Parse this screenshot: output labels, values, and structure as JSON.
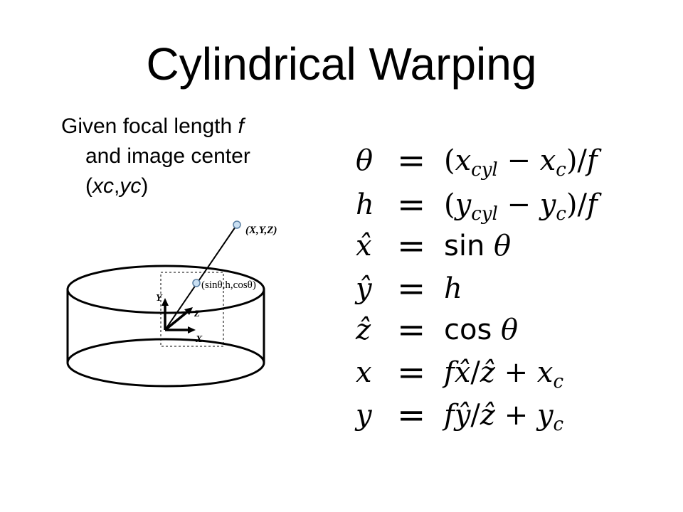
{
  "title": "Cylindrical Warping",
  "bullet": {
    "line1_prefix": "Given focal length ",
    "line1_var": "f",
    "line2": "and image center",
    "line3_open": "(",
    "line3_xc": "xc",
    "line3_comma": ",",
    "line3_yc": "yc",
    "line3_close": ")"
  },
  "diagram": {
    "point_label": "(X,Y,Z)",
    "projected_label": "(sinθ,h,cosθ)",
    "axis_y": "Y",
    "axis_z": "Z",
    "axis_x": "X"
  },
  "equations": [
    {
      "lhs": "θ",
      "rhs_html": "(<i>x</i><sub>cyl</sub> − <i>x</i><sub>c</sub>)/<i>f</i>"
    },
    {
      "lhs": "h",
      "rhs_html": "(<i>y</i><sub>cyl</sub> − <i>y</i><sub>c</sub>)/<i>f</i>"
    },
    {
      "lhs": "x̂",
      "rhs_html": "<span class='fn'>sin</span> <i>θ</i>"
    },
    {
      "lhs": "ŷ",
      "rhs_html": "<i>h</i>"
    },
    {
      "lhs": "ẑ",
      "rhs_html": "<span class='fn'>cos</span> <i>θ</i>"
    },
    {
      "lhs": "x",
      "rhs_html": "<i>f</i><i>x̂</i>/<i>ẑ</i> <span class='op'>+</span> <i>x</i><sub>c</sub>"
    },
    {
      "lhs": "y",
      "rhs_html": "<i>f</i><i>ŷ</i>/<i>ẑ</i> <span class='op'>+</span> <i>y</i><sub>c</sub>"
    }
  ],
  "equals_sign": "="
}
